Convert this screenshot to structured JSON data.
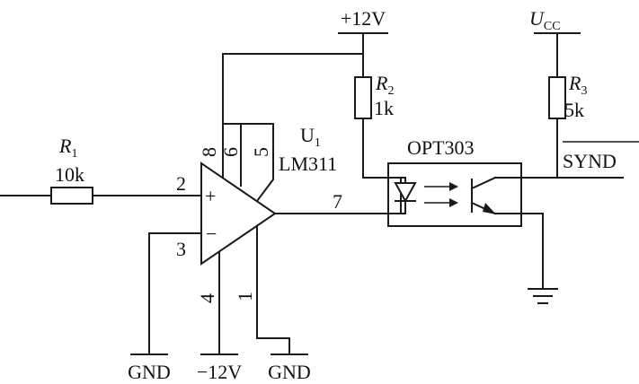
{
  "labels": {
    "vplus": "+12V",
    "ucc_main": "U",
    "ucc_sub": "CC",
    "r1_name": "R",
    "r1_sub": "1",
    "r1_value": "10k",
    "r2_name": "R",
    "r2_sub": "2",
    "r2_value": "1k",
    "r3_name": "R",
    "r3_sub": "3",
    "r3_value": "5k",
    "u1_name": "U",
    "u1_sub": "1",
    "u1_part": "LM311",
    "opto": "OPT303",
    "synd": "SYND",
    "pin2": "2",
    "pin3": "3",
    "pin4": "4",
    "pin1": "1",
    "pin7": "7",
    "pin8": "8",
    "pin6": "6",
    "pin5": "5",
    "plus_sign": "+",
    "minus_sign": "−",
    "gnd_left": "GND",
    "vminus": "−12V",
    "gnd_right": "GND"
  }
}
